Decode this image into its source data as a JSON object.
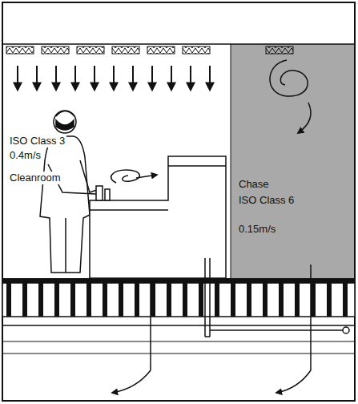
{
  "diagram": {
    "nodes": [
      {
        "text": [
          "ISO Class 3",
          "0.4m/s",
          "Cleanroom"
        ]
      },
      {
        "text": [
          "Chase",
          "ISO Class 6",
          "0.15m/s"
        ]
      }
    ]
  }
}
